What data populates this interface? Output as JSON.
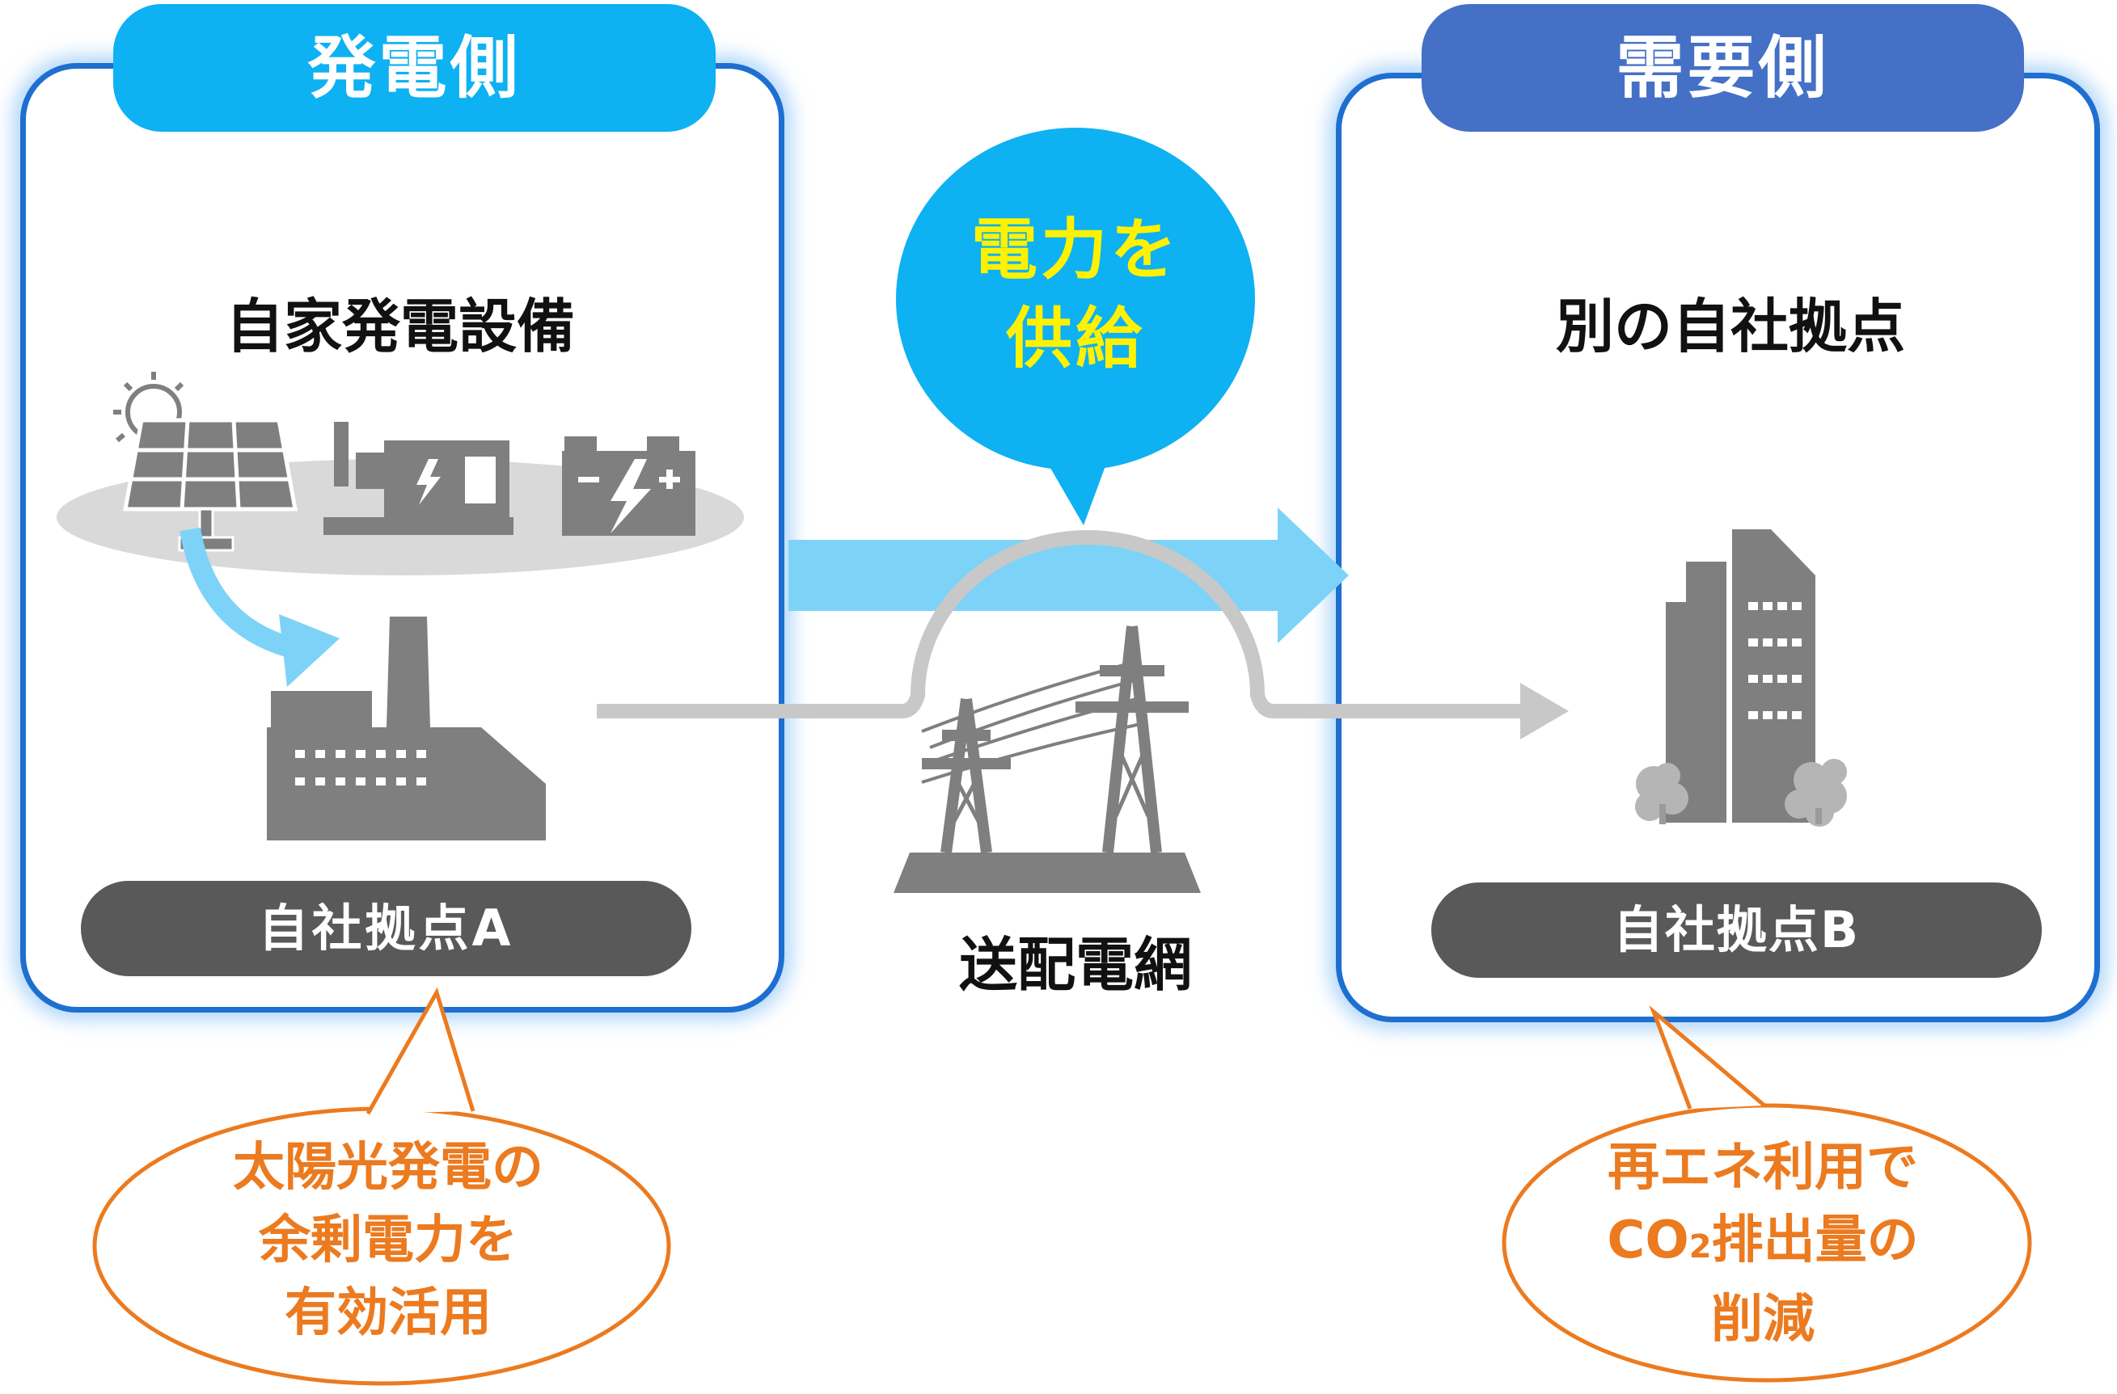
{
  "supply_side": {
    "header": "発電側",
    "title": "自家発電設備",
    "site_label": "自社拠点A",
    "note_lines": [
      "太陽光発電の",
      "余剰電力を",
      "有効活用"
    ]
  },
  "demand_side": {
    "header": "需要側",
    "title": "別の自社拠点",
    "site_label": "自社拠点B",
    "note_lines": [
      "再エネ利用で",
      "削減"
    ],
    "note_co2": {
      "prefix": "CO",
      "subscript": "2",
      "suffix": "排出量の"
    }
  },
  "center": {
    "supply_lines": [
      "電力を",
      "供給"
    ],
    "grid_label": "送配電網"
  },
  "colors": {
    "panel_border": "#1e6fd0",
    "supply_header": "#0eb1f2",
    "demand_header": "#4470c6",
    "site_pill": "#595959",
    "bubble_blue": "#0eb1f2",
    "supply_text": "#fff200",
    "note_orange": "#ec7a1f",
    "icon_gray": "#7f7f7f",
    "flow_arrow": "#7dd3f7"
  },
  "icons": [
    "sun-icon",
    "solar-panel-icon",
    "generator-icon",
    "battery-icon",
    "factory-icon",
    "transmission-tower-icon",
    "office-building-icon",
    "tree-icon"
  ]
}
